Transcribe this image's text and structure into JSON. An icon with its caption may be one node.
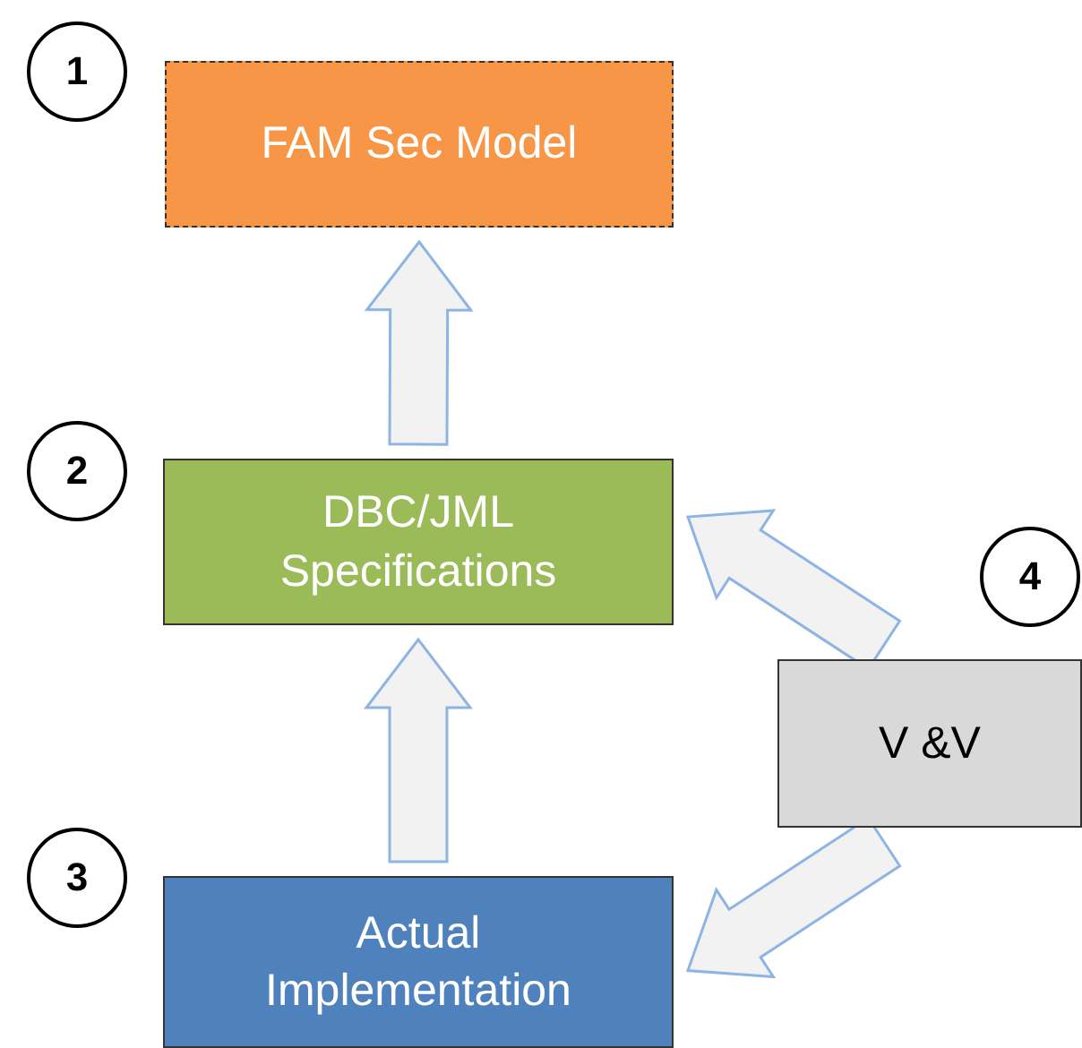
{
  "diagram": {
    "nodes": [
      {
        "text": [
          "1"
        ]
      },
      {
        "text": [
          "FAM Sec Model"
        ]
      },
      {
        "text": [
          "2"
        ]
      },
      {
        "text": [
          "DBC/JML Specifications"
        ]
      },
      {
        "text": [
          "3"
        ]
      },
      {
        "text": [
          "Actual Implementation"
        ]
      },
      {
        "text": [
          "4"
        ]
      },
      {
        "text": [
          "V &V"
        ]
      }
    ],
    "edges": [
      {
        "from": 3,
        "to": 1,
        "arrow": "to"
      },
      {
        "from": 5,
        "to": 3,
        "arrow": "to"
      },
      {
        "from": 7,
        "to": 3,
        "arrow": "to"
      },
      {
        "from": 7,
        "to": 5,
        "arrow": "to"
      }
    ]
  }
}
